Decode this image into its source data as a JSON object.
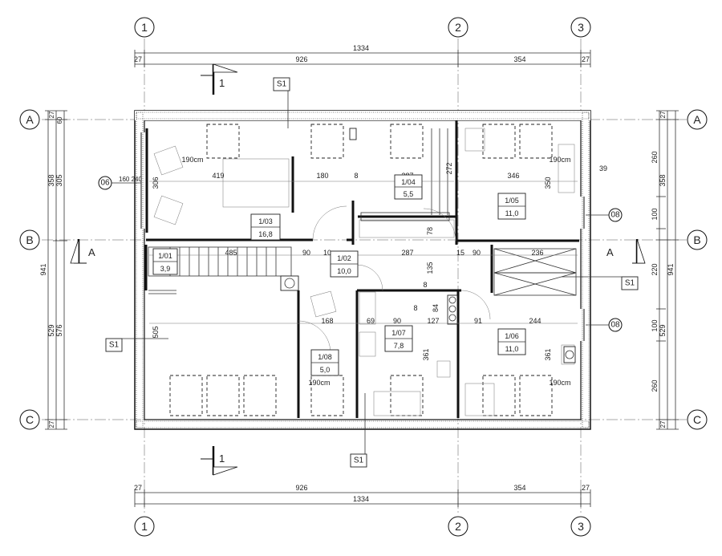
{
  "axes": {
    "columns": [
      "1",
      "2",
      "3"
    ],
    "rows": [
      "A",
      "B",
      "C"
    ]
  },
  "dims": {
    "top_total": "1334",
    "top_left": "926",
    "top_right": "354",
    "top_edge_left": "27",
    "top_edge_right": "27",
    "bottom_total": "1334",
    "bottom_left": "926",
    "bottom_right": "354",
    "bottom_edge_left": "27",
    "bottom_edge_right": "27",
    "left_outer": "941",
    "left_a": "358",
    "left_b": "305",
    "left_c": "529",
    "left_d": "576",
    "left_top_a": "27",
    "left_top_b": "60",
    "left_bot": "27",
    "right_outer": "941",
    "right_a": "260",
    "right_b": "358",
    "right_c": "100",
    "right_d": "220",
    "right_e": "100",
    "right_f": "529",
    "right_g": "260",
    "right_top": "27",
    "right_bot": "27"
  },
  "rooms": [
    {
      "id": "1/01",
      "area": "3,9"
    },
    {
      "id": "1/02",
      "area": "10,0"
    },
    {
      "id": "1/03",
      "area": "16,8"
    },
    {
      "id": "1/04",
      "area": "5,5"
    },
    {
      "id": "1/05",
      "area": "11,0"
    },
    {
      "id": "1/06",
      "area": "11,0"
    },
    {
      "id": "1/07",
      "area": "7,8"
    },
    {
      "id": "1/08",
      "area": "5,0"
    }
  ],
  "sections": {
    "s1": "S1",
    "cut_a": "A",
    "cut_1": "1"
  },
  "windows": {
    "w06": "06",
    "w08a": "08",
    "w08b": "08",
    "w06_size": "160\n240"
  },
  "inner_dims": {
    "d419": "419",
    "d180": "180",
    "d8a": "8",
    "d287a": "287",
    "d346": "346",
    "d190a": "190cm",
    "d190b": "190cm",
    "d190c": "190cm",
    "d190d": "190cm",
    "d306": "306",
    "d272": "272",
    "d350": "350",
    "d39": "39",
    "d485": "485",
    "d90a": "90",
    "d10": "10",
    "d287b": "287",
    "d15": "15",
    "d90b": "90",
    "d236": "236",
    "d135": "135",
    "d78": "78",
    "d8b": "8",
    "d168": "168",
    "d69": "69",
    "d90c": "90",
    "d127": "127",
    "d91": "91",
    "d244": "244",
    "d505": "505",
    "d361a": "361",
    "d361b": "361",
    "d84": "84",
    "d8c": "8"
  }
}
